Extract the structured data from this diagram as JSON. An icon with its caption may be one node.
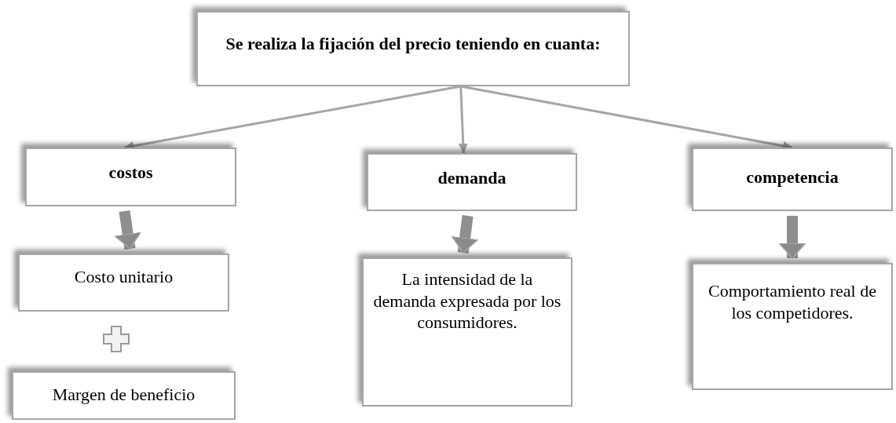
{
  "diagram": {
    "nodes": [
      {
        "text": [
          "Se realiza la fijación del precio teniendo en cuanta:"
        ]
      },
      {
        "text": [
          "costos"
        ]
      },
      {
        "text": [
          "demanda"
        ]
      },
      {
        "text": [
          "competencia"
        ]
      },
      {
        "text": [
          "Costo unitario"
        ]
      },
      {
        "text": [
          "Margen de beneficio"
        ]
      },
      {
        "text": [
          "La intensidad de la demanda expresada por los consumidores."
        ]
      },
      {
        "text": [
          "Comportamiento real de los competidores."
        ]
      }
    ],
    "edges": [
      {
        "from": 0,
        "to": 1,
        "arrow": "to"
      },
      {
        "from": 0,
        "to": 2,
        "arrow": "to"
      },
      {
        "from": 0,
        "to": 3,
        "arrow": "to"
      },
      {
        "from": 1,
        "to": 4,
        "arrow": "to",
        "style": "thick"
      },
      {
        "from": 2,
        "to": 6,
        "arrow": "to",
        "style": "thick"
      },
      {
        "from": 3,
        "to": 7,
        "arrow": "to",
        "style": "thick"
      }
    ]
  }
}
